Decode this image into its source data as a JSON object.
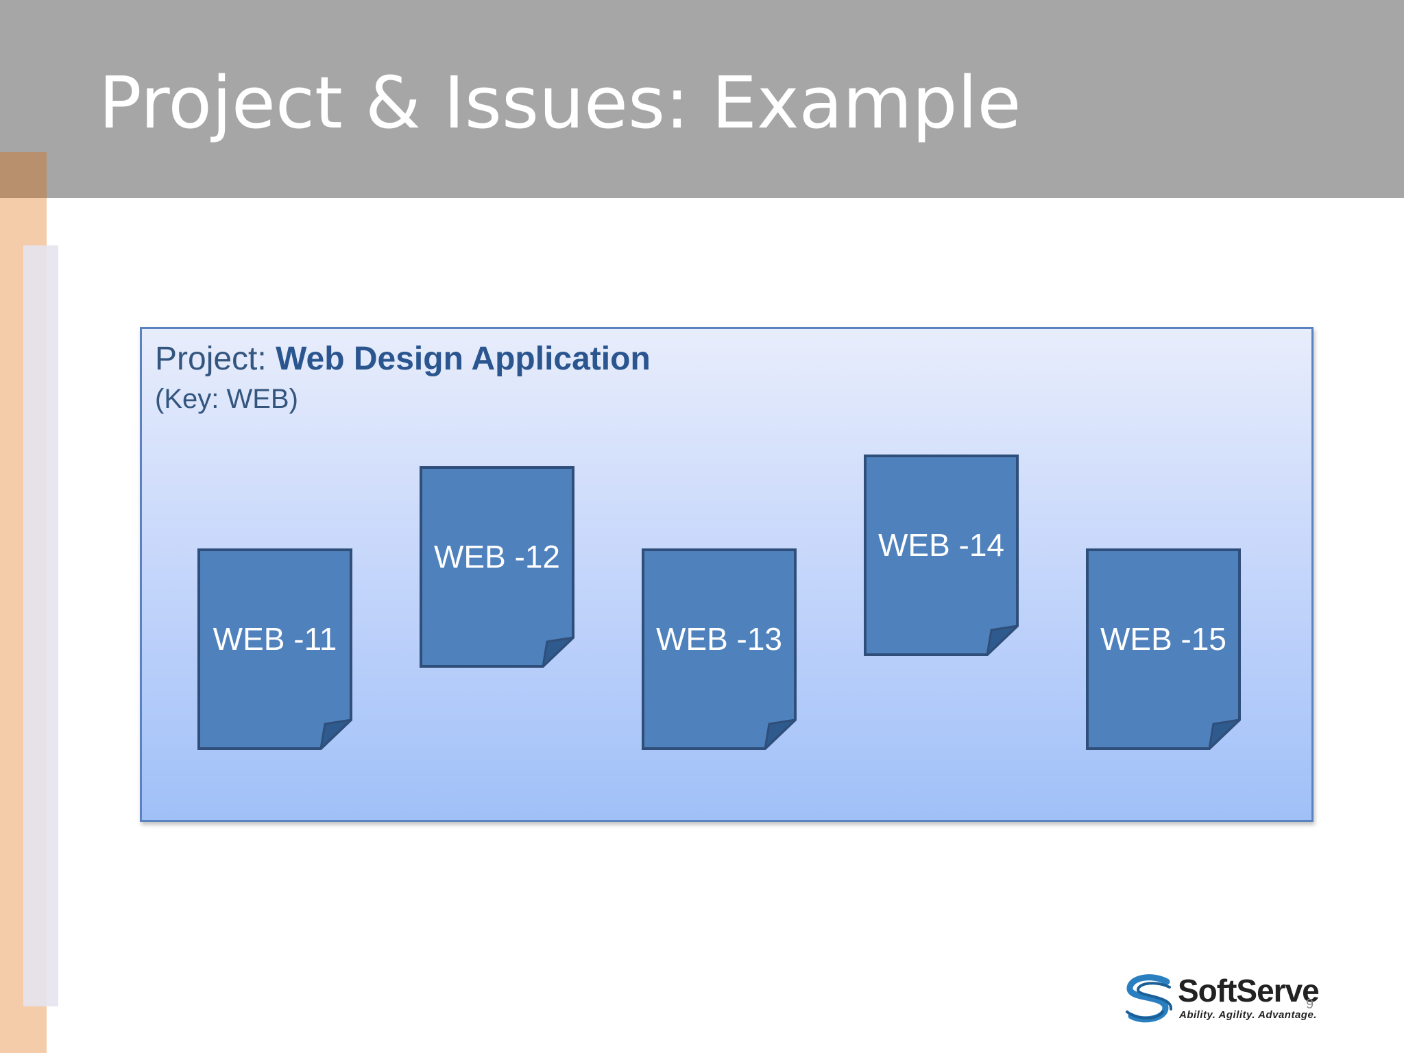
{
  "slide": {
    "title": "Project & Issues: Example",
    "page_number": "9"
  },
  "project": {
    "prefix": "Project: ",
    "name": "Web Design Application",
    "key_line": "(Key: WEB)"
  },
  "issues": [
    {
      "label": "WEB -11"
    },
    {
      "label": "WEB -12"
    },
    {
      "label": "WEB -13"
    },
    {
      "label": "WEB -14"
    },
    {
      "label": "WEB -15"
    }
  ],
  "logo": {
    "name": "SoftServe",
    "tagline": "Ability. Agility. Advantage."
  },
  "colors": {
    "header": "#a6a6a6",
    "issue_fill": "#4f81bd",
    "issue_border": "#2f4f7a",
    "project_border": "#5b82be",
    "accent": "#f4ccaa"
  }
}
